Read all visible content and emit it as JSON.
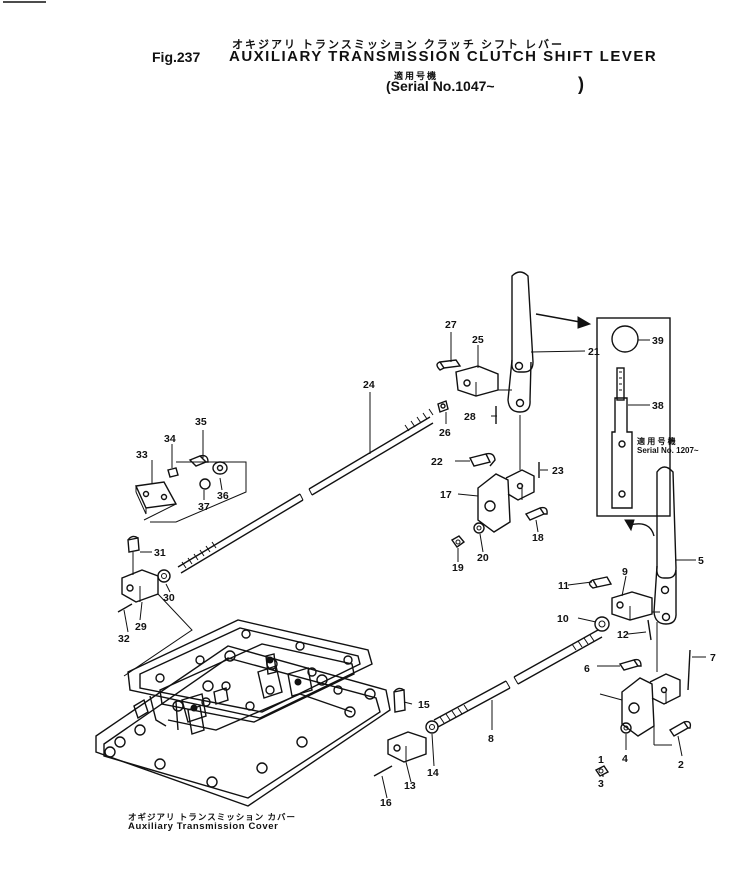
{
  "header": {
    "japanese_title": "オキジアリ トランスミッション クラッチ シフト レバー",
    "figure": "Fig.237",
    "title": "AUXILIARY TRANSMISSION CLUTCH SHIFT LEVER",
    "serial_japanese": "適用号機",
    "serial": "Serial No.1047~"
  },
  "inset": {
    "serial_japanese": "適 用 号 機",
    "serial": "Serial No. 1207~"
  },
  "cover_caption": {
    "japanese": "オギジアリ トランスミッション カバー",
    "english": "Auxiliary Transmission Cover"
  },
  "part_labels": [
    "1",
    "2",
    "3",
    "4",
    "5",
    "6",
    "7",
    "8",
    "9",
    "10",
    "11",
    "12",
    "13",
    "14",
    "15",
    "16",
    "17",
    "18",
    "19",
    "20",
    "21",
    "22",
    "23",
    "24",
    "25",
    "26",
    "27",
    "28",
    "29",
    "30",
    "31",
    "32",
    "33",
    "34",
    "35",
    "36",
    "37",
    "38",
    "39"
  ]
}
